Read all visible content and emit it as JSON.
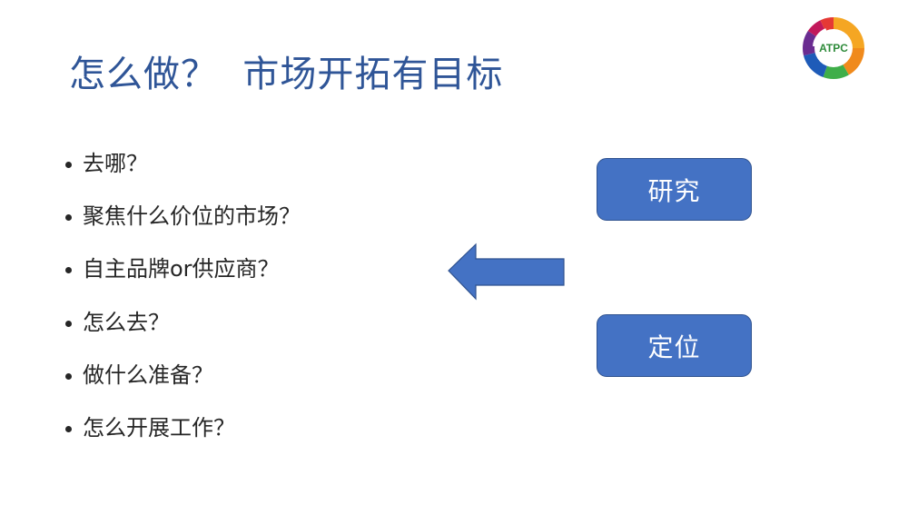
{
  "slide": {
    "title": "怎么做？  市场开拓有目标",
    "logo": {
      "text": "ATPC",
      "icon": "atpc-rainbow-swirl-logo"
    },
    "bullets": [
      "去哪？",
      "聚焦什么价位的市场？",
      "自主品牌or供应商？",
      "怎么去？",
      "做什么准备？",
      "怎么开展工作？"
    ],
    "diagram": {
      "boxes": [
        {
          "label": "研究"
        },
        {
          "label": "定位"
        }
      ],
      "arrow": {
        "direction": "left",
        "icon": "left-arrow"
      }
    },
    "colors": {
      "title": "#2F5597",
      "text": "#262626",
      "box_fill": "#4472C4",
      "box_border": "#2F528F",
      "box_text": "#FFFFFF"
    }
  }
}
